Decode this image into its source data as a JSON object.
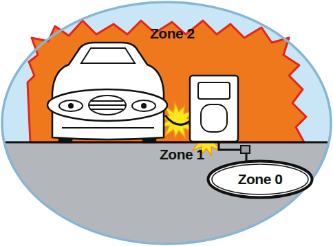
{
  "diagram": {
    "nodes": [
      {
        "text": [
          "Zone 0"
        ]
      }
    ],
    "labels": [
      "Zone 2",
      "Zone 1"
    ]
  }
}
